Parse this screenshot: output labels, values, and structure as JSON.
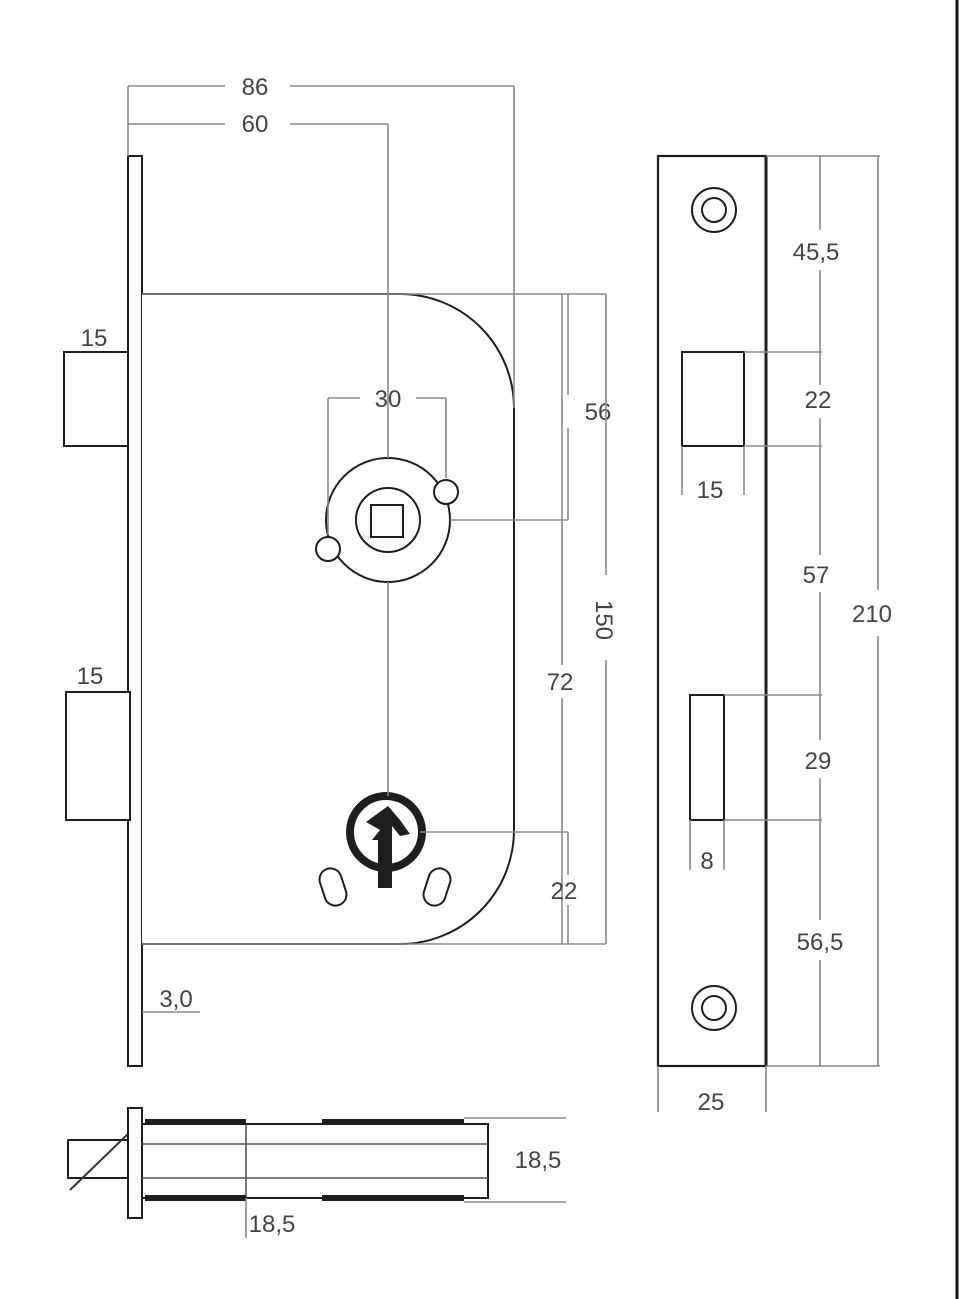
{
  "dimensions": {
    "overall_depth": "86",
    "backset": "60",
    "latch_width": "15",
    "bolt_width": "15",
    "follower_spacing": "30",
    "follower_to_case_top": "56",
    "case_height": "150",
    "follower_to_cylinder": "72",
    "cylinder_to_case_bottom": "22",
    "faceplate_thickness": "3,0",
    "strike_top_offset": "45,5",
    "strike_latch_height": "22",
    "strike_latch_width": "15",
    "strike_gap": "57",
    "strike_bolt_height": "29",
    "strike_bolt_width": "8",
    "strike_bottom_offset": "56,5",
    "strike_total_height": "210",
    "strike_width": "25",
    "case_thickness": "18,5",
    "bottom_offset": "18,5"
  }
}
